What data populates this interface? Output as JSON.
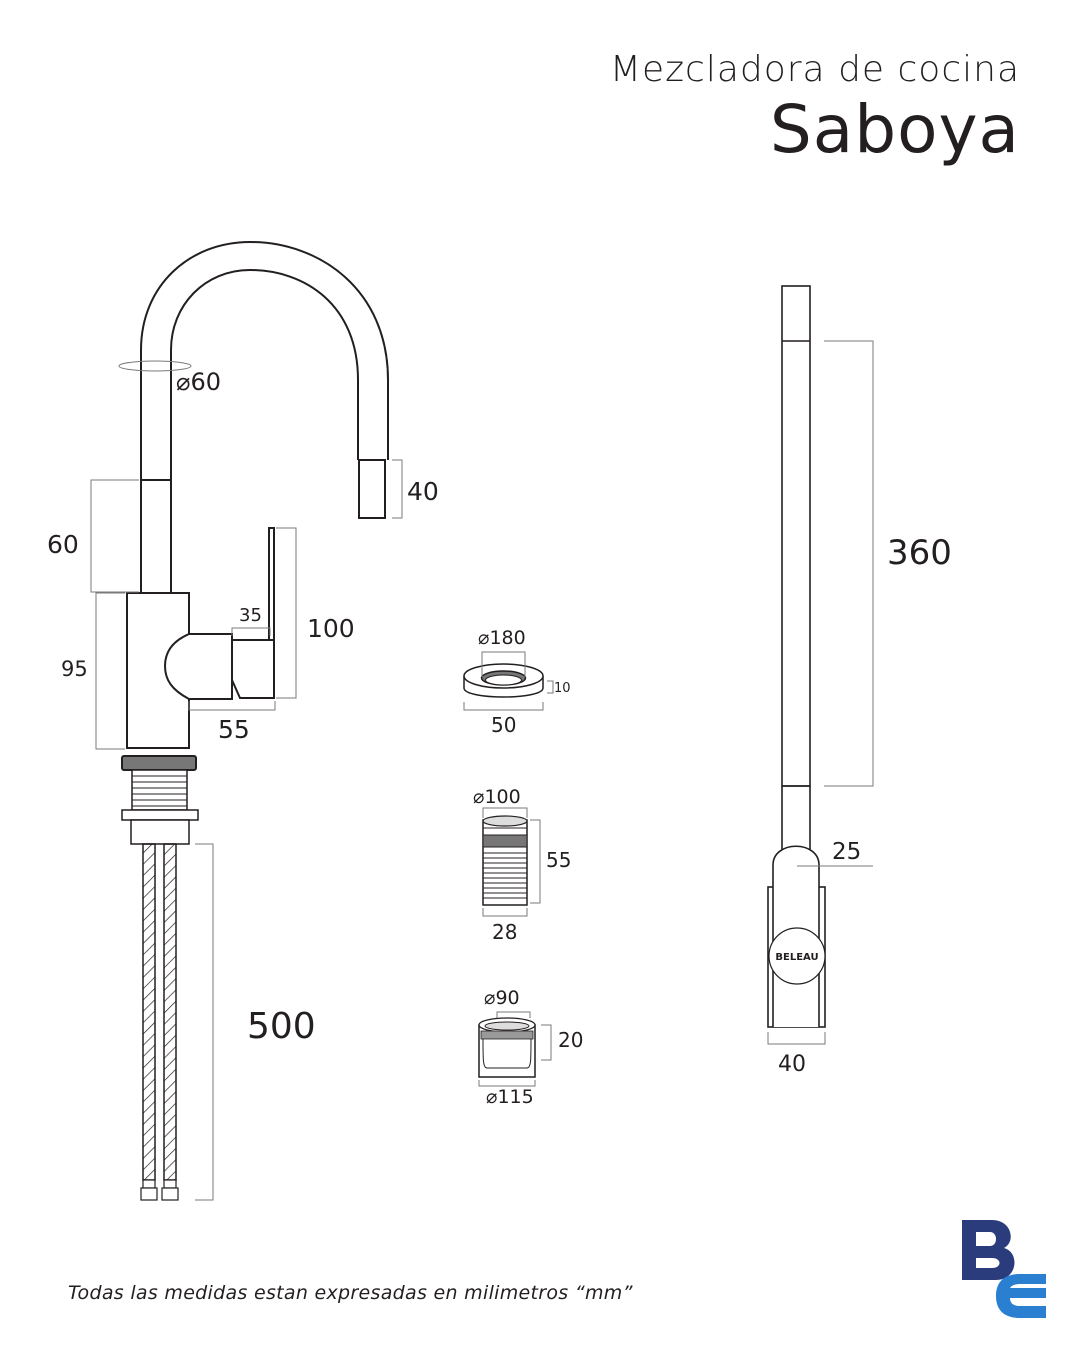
{
  "header": {
    "subtitle": "Mezcladora de cocina",
    "title": "Saboya"
  },
  "faucet_side": {
    "spout_diameter": "⌀60",
    "spout_tip_height": "40",
    "neck_height": "60",
    "body_height": "95",
    "lever_height": "100",
    "lever_depth": "35",
    "lever_reach": "55",
    "hose_length": "500"
  },
  "accessories": {
    "escutcheon": {
      "diameter": "⌀180",
      "thickness": "10",
      "width": "50"
    },
    "threaded_shank": {
      "diameter": "⌀100",
      "height": "55",
      "width": "28"
    },
    "nut": {
      "top_diameter": "⌀90",
      "height": "20",
      "bottom_diameter": "⌀115"
    }
  },
  "faucet_front": {
    "spout_length": "360",
    "lever_offset": "25",
    "body_width": "40",
    "brand": "BELEAU"
  },
  "footer": {
    "note": "Todas las medidas estan expresadas en milimetros “mm”"
  },
  "colors": {
    "line": "#231f20",
    "dim_line": "#7a7a7a",
    "logo_dark": "#2a3c7c",
    "logo_light": "#2b7fd1"
  }
}
